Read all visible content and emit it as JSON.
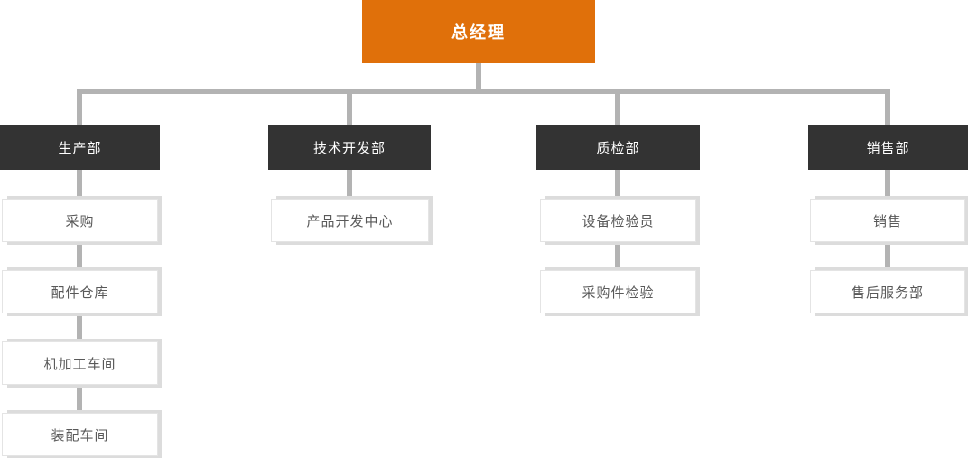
{
  "root": {
    "label": "总经理"
  },
  "columns": [
    {
      "dept": {
        "label": "生产部"
      },
      "children": [
        {
          "label": "采购"
        },
        {
          "label": "配件仓库"
        },
        {
          "label": "机加工车间"
        },
        {
          "label": "装配车间"
        }
      ]
    },
    {
      "dept": {
        "label": "技术开发部"
      },
      "children": [
        {
          "label": "产品开发中心"
        }
      ]
    },
    {
      "dept": {
        "label": "质检部"
      },
      "children": [
        {
          "label": "设备检验员"
        },
        {
          "label": "采购件检验"
        }
      ]
    },
    {
      "dept": {
        "label": "销售部"
      },
      "children": [
        {
          "label": "销售"
        },
        {
          "label": "售后服务部"
        }
      ]
    }
  ],
  "colors": {
    "root_bg": "#e0700a",
    "dept_bg": "#333333",
    "connector": "#b3b3b3",
    "node_border": "#e4e4e4",
    "node_shadow": "#dcdcdc",
    "node_text": "#595959",
    "inverse_text": "#ffffff"
  }
}
